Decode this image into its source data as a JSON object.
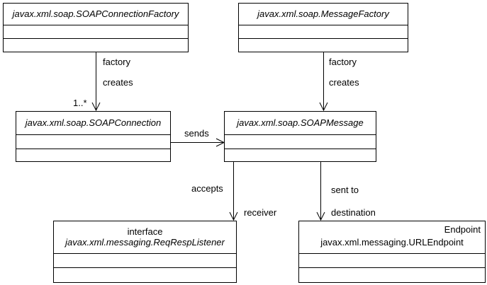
{
  "classes": {
    "soap_connection_factory": {
      "name": "javax.xml.soap.SOAPConnectionFactory"
    },
    "message_factory": {
      "name": "javax.xml.soap.MessageFactory"
    },
    "soap_connection": {
      "name": "javax.xml.soap.SOAPConnection"
    },
    "soap_message": {
      "name": "javax.xml.soap.SOAPMessage"
    },
    "req_resp_listener": {
      "stereotype": "interface",
      "name": "javax.xml.messaging.ReqRespListener"
    },
    "url_endpoint": {
      "stereotype": "Endpoint",
      "name": "javax.xml.messaging.URLEndpoint"
    }
  },
  "relations": {
    "factory_left": {
      "label1": "factory",
      "label2": "creates",
      "multiplicity": "1..*"
    },
    "factory_right": {
      "label1": "factory",
      "label2": "creates"
    },
    "sends": {
      "label": "sends"
    },
    "accepts": {
      "label": "accepts",
      "role": "receiver"
    },
    "sent_to": {
      "label": "sent to",
      "role": "destination"
    }
  }
}
